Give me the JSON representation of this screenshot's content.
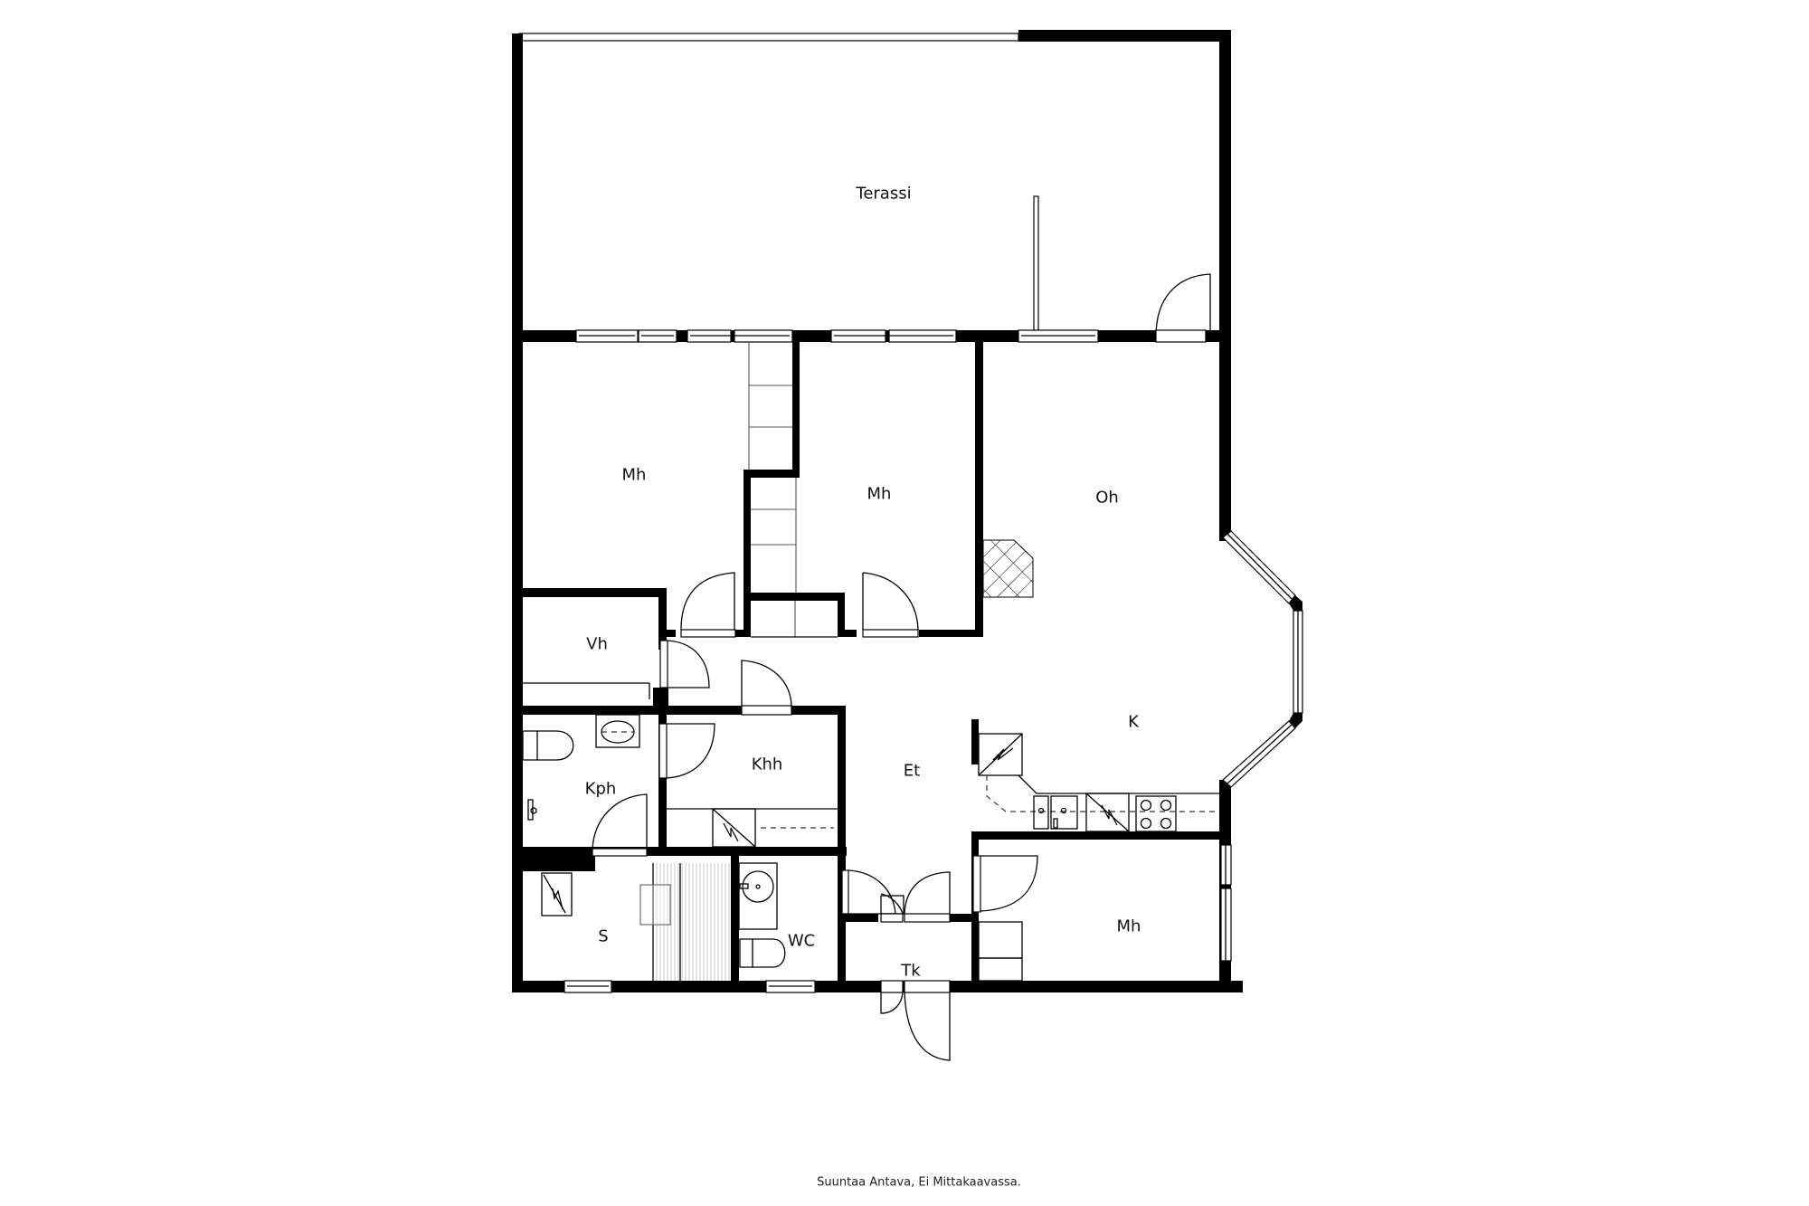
{
  "plan": {
    "rooms": {
      "terassi": "Terassi",
      "mh_left": "Mh",
      "mh_middle": "Mh",
      "oh": "Oh",
      "vh": "Vh",
      "k": "K",
      "khh": "Khh",
      "kph": "Kph",
      "et": "Et",
      "s": "S",
      "wc": "WC",
      "tk": "Tk",
      "mh_right": "Mh"
    },
    "caption": "Suuntaa Antava, Ei Mittakaavassa.",
    "colors": {
      "wall": "#000000",
      "background": "#ffffff",
      "line": "#000000"
    }
  }
}
